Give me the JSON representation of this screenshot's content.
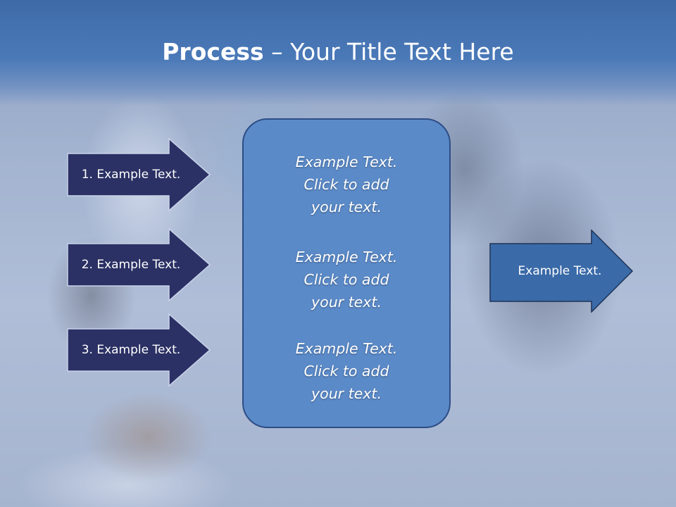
{
  "title": {
    "bold": "Process",
    "rest": " – Your Title Text Here"
  },
  "left_arrows": [
    {
      "label": "1. Example Text."
    },
    {
      "label": "2. Example Text."
    },
    {
      "label": "3. Example Text."
    }
  ],
  "center_box": {
    "blocks": [
      {
        "line1": "Example Text.",
        "line2": "Click  to add",
        "line3": "your text."
      },
      {
        "line1": "Example Text.",
        "line2": "Click  to add",
        "line3": "your text."
      },
      {
        "line1": "Example Text.",
        "line2": "Click  to add",
        "line3": "your text."
      }
    ]
  },
  "right_arrow": {
    "label": "Example Text."
  },
  "colors": {
    "title_bar": "#4a79b8",
    "left_arrow_fill": "#2b3164",
    "center_box_fill": "#5b8ac8",
    "right_arrow_fill": "#3a6aa8",
    "text": "#ffffff"
  }
}
